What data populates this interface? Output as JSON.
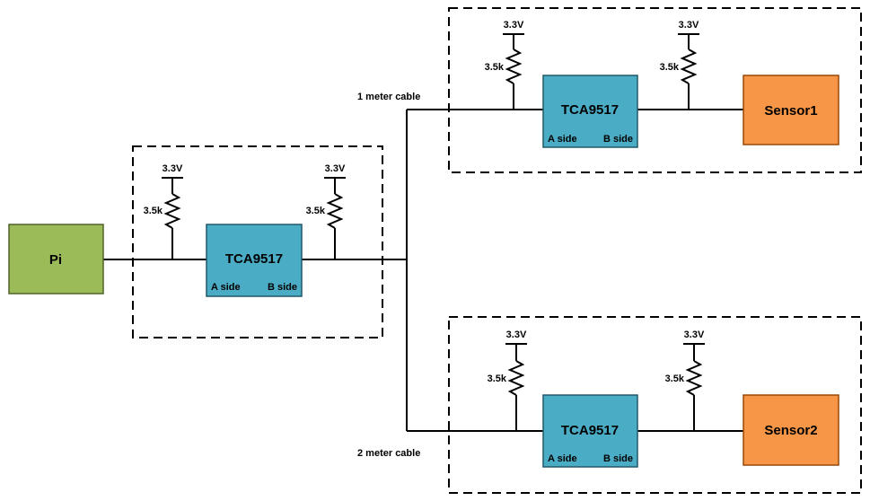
{
  "pi": {
    "label": "Pi",
    "color": "#9bbb59"
  },
  "buffers": [
    {
      "label": "TCA9517",
      "a_side": "A side",
      "b_side": "B side",
      "color": "#4bacc6"
    },
    {
      "label": "TCA9517",
      "a_side": "A side",
      "b_side": "B side",
      "color": "#4bacc6"
    },
    {
      "label": "TCA9517",
      "a_side": "A side",
      "b_side": "B side",
      "color": "#4bacc6"
    }
  ],
  "sensors": [
    {
      "label": "Sensor1",
      "color": "#f79646"
    },
    {
      "label": "Sensor2",
      "color": "#f79646"
    }
  ],
  "pullup": {
    "voltage": "3.3V",
    "resistor": "3.5k"
  },
  "cables": [
    {
      "label": "1 meter cable"
    },
    {
      "label": "2 meter cable"
    }
  ]
}
